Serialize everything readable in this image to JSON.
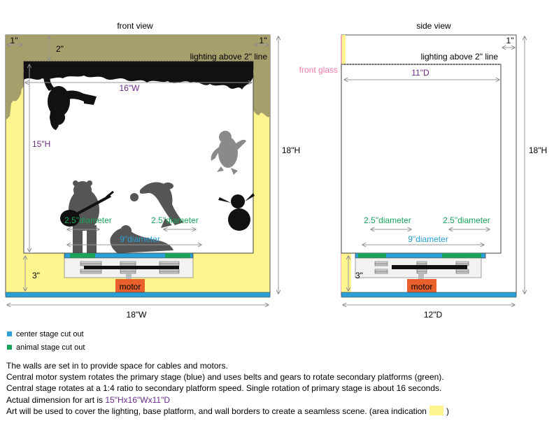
{
  "front": {
    "title": "front view",
    "dim_1_left": "1\"",
    "dim_1_right": "1\"",
    "dim_2": "2\"",
    "lighting": "lighting above 2\" line",
    "width16": "16\"W",
    "height15": "15\"H",
    "height18": "18\"H",
    "width18": "18\"W",
    "dim_3": "3\"",
    "diam_left": "2.5\"diameter",
    "diam_right": "2.5\"diameter",
    "diam_center": "9\"diameter",
    "motor": "motor"
  },
  "side": {
    "title": "side view",
    "dim_1": "1\"",
    "lighting": "lighting above 2\" line",
    "front_glass": "front glass",
    "depth11": "11\"D",
    "height18": "18\"H",
    "depth12": "12\"D",
    "dim_3": "3\"",
    "diam_left": "2.5\"diameter",
    "diam_right": "2.5\"diameter",
    "diam_center": "9\"diameter",
    "motor": "motor"
  },
  "legend": [
    {
      "label": "center stage cut out",
      "color": "#29a0d6"
    },
    {
      "label": "animal stage cut out",
      "color": "#1aa35a"
    }
  ],
  "notes": {
    "line1": "The walls are set in to provide  space for cables and motors.",
    "line2": "Central motor system rotates the primary stage (blue) and uses belts and gears to rotate secondary platforms (green).",
    "line3": "Central stage rotates at a 1:4 ratio to secondary platform speed. Single rotation of primary stage is about 16 seconds.",
    "line4_prefix": "Actual dimension for art is ",
    "line4_highlight": "15\"Hx16\"Wx11\"D",
    "line5_prefix": "Art will be used to cover the lighting, base platform, and wall borders to create a seamless scene. (area indication",
    "line5_suffix": ")"
  },
  "colors": {
    "yellow_area": "#fef58f",
    "lighting_band": "#a59f6c",
    "center_stage": "#29a0d6",
    "animal_stage": "#1aa35a",
    "motor": "#e8612c",
    "dimension_text": "#6a2b8a"
  }
}
